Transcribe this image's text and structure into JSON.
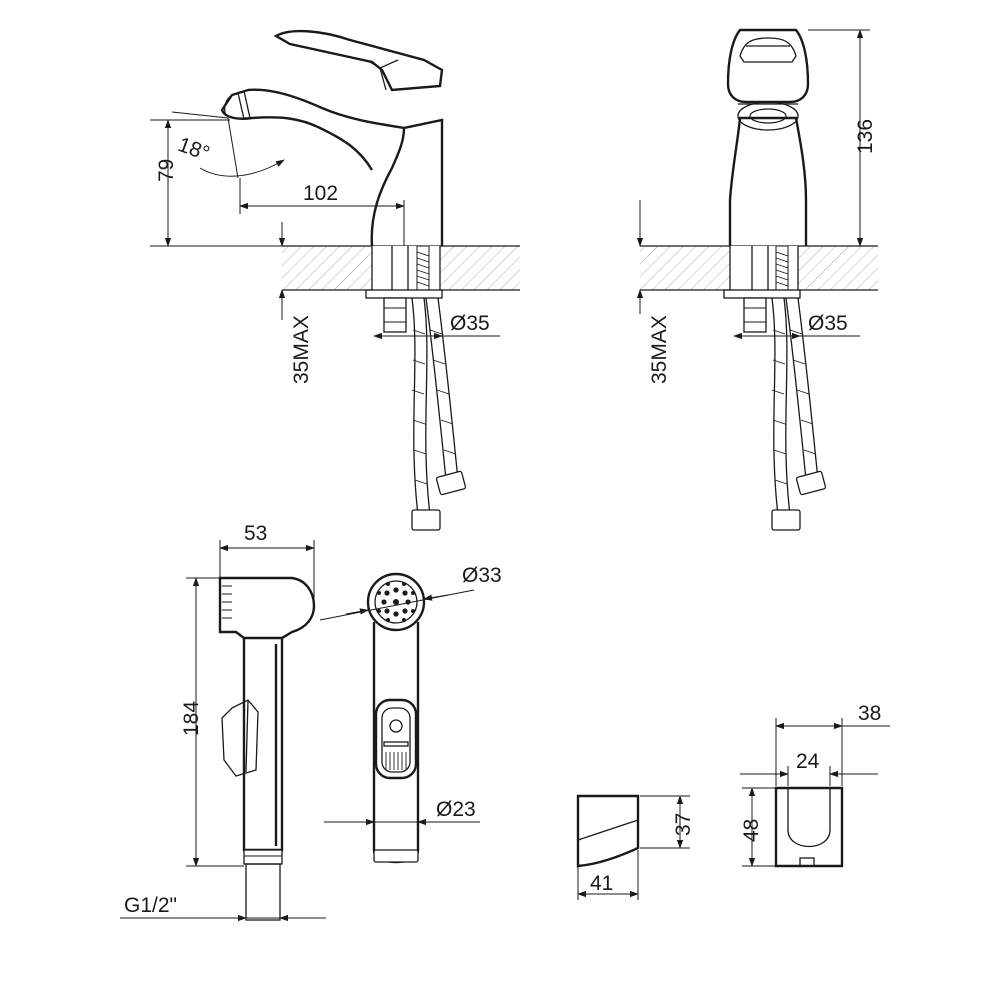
{
  "dimensions": {
    "faucet_side_angle": "18°",
    "faucet_side_height": "79",
    "faucet_side_reach": "102",
    "faucet_side_max_thickness": "35MAX",
    "faucet_side_diameter": "Ø35",
    "faucet_front_height": "136",
    "faucet_front_max_thickness": "35MAX",
    "faucet_front_diameter": "Ø35",
    "shower_width": "53",
    "shower_height": "184",
    "shower_thread": "G1/2\"",
    "shower_head_diameter": "Ø33",
    "shower_handle_diameter": "Ø23",
    "holder_outer_width": "38",
    "holder_inner_width": "24",
    "holder_side_height": "37",
    "holder_front_height": "48",
    "holder_depth": "41"
  }
}
